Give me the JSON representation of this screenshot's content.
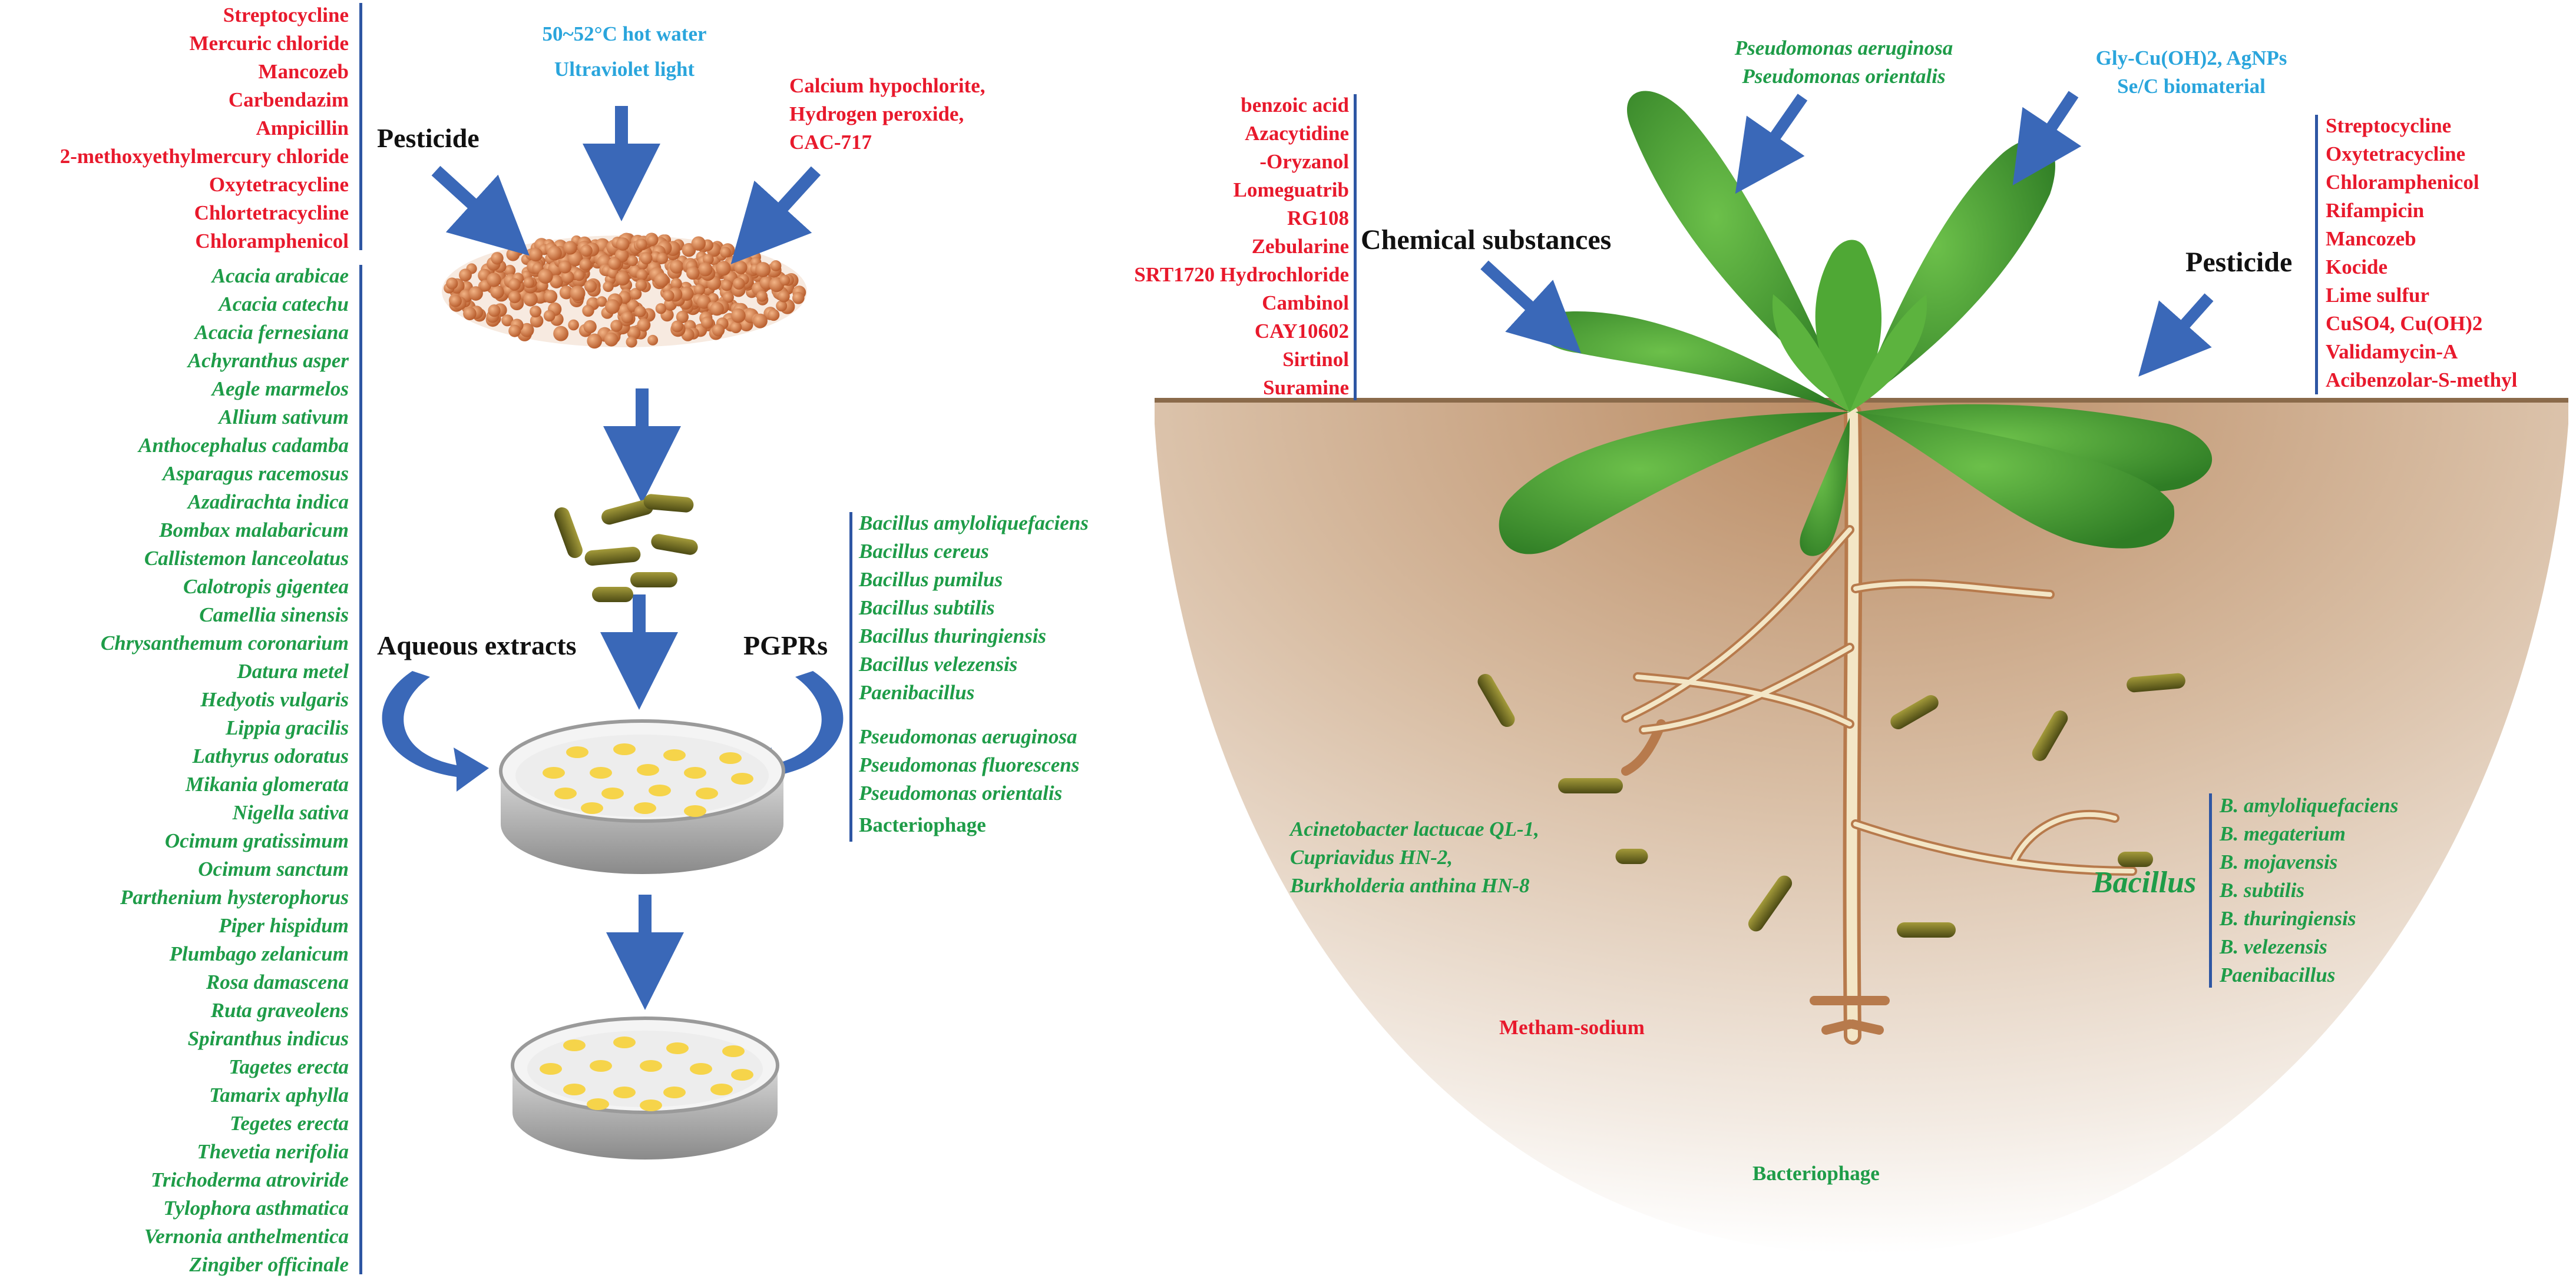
{
  "left_panel": {
    "heat_treatments": [
      "50~52°C hot water",
      "Ultraviolet light"
    ],
    "pesticide_label": "Pesticide",
    "pesticides": [
      "Streptocycline",
      "Mercuric chloride",
      "Mancozeb",
      "Carbendazim",
      "Ampicillin",
      "2-methoxyethylmercury chloride",
      "Oxytetracycline",
      "Chlortetracycline",
      "Chloramphenicol"
    ],
    "chemicals": [
      "Calcium hypochlorite,",
      "Hydrogen peroxide,",
      "CAC-717"
    ],
    "aqueous_label": "Aqueous extracts",
    "aqueous_extracts": [
      "Acacia arabicae",
      "Acacia catechu",
      "Acacia fernesiana",
      "Achyranthus asper",
      "Aegle marmelos",
      "Allium sativum",
      "Anthocephalus cadamba",
      "Asparagus racemosus",
      "Azadirachta indica",
      "Bombax malabaricum",
      "Callistemon lanceolatus",
      "Calotropis gigentea",
      "Camellia sinensis",
      "Chrysanthemum coronarium",
      "Datura metel",
      "Hedyotis vulgaris",
      "Lippia gracilis",
      "Lathyrus odoratus",
      "Mikania glomerata",
      "Nigella sativa",
      "Ocimum gratissimum",
      "Ocimum sanctum",
      "Parthenium hysterophorus",
      "Piper hispidum",
      "Plumbago zelanicum",
      "Rosa damascena",
      "Ruta graveolens",
      "Spiranthus indicus",
      "Tagetes erecta",
      "Tamarix aphylla",
      "Tegetes erecta",
      "Thevetia nerifolia",
      "Trichoderma atroviride",
      "Tylophora asthmatica",
      "Vernonia anthelmentica",
      "Zingiber officinale"
    ],
    "pgpr_label": "PGPRs",
    "pgprs_bacillus": [
      "Bacillus amyloliquefaciens",
      "Bacillus cereus",
      "Bacillus pumilus",
      "Bacillus subtilis",
      "Bacillus thuringiensis",
      "Bacillus velezensis",
      "Paenibacillus"
    ],
    "pgprs_pseudomonas": [
      "Pseudomonas aeruginosa",
      "Pseudomonas fluorescens",
      "Pseudomonas orientalis"
    ],
    "bacteriophage": "Bacteriophage"
  },
  "right_panel": {
    "chemical_label": "Chemical substances",
    "chemical_substances": [
      "benzoic acid",
      "Azacytidine",
      "-Oryzanol",
      "Lomeguatrib",
      "RG108",
      "Zebularine",
      "SRT1720 Hydrochloride",
      "Cambinol",
      "CAY10602",
      "Sirtinol",
      "Suramine"
    ],
    "foliar_bacteria": [
      "Pseudomonas aeruginosa",
      "Pseudomonas orientalis"
    ],
    "nanomaterials": [
      "Gly-Cu(OH)2, AgNPs",
      "Se/C  biomaterial"
    ],
    "pesticide_label": "Pesticide",
    "pesticides": [
      "Streptocycline",
      "Oxytetracycline",
      "Chloramphenicol",
      "Rifampicin",
      "Mancozeb",
      "Kocide",
      "Lime sulfur",
      "CuSO4, Cu(OH)2",
      "Validamycin-A",
      "Acibenzolar-S-methyl"
    ],
    "soil_bacteria": [
      "Acinetobacter lactucae QL-1,",
      "Cupriavidus HN-2,",
      "Burkholderia anthina HN-8"
    ],
    "fumigant": "Metham-sodium",
    "bacillus_label": "Bacillus",
    "bacillus": [
      "B. amyloliquefaciens",
      "B. megaterium",
      "B. mojavensis",
      "B. subtilis",
      "B. thuringiensis",
      "B. velezensis",
      "Paenibacillus"
    ],
    "bacteriophage": "Bacteriophage"
  },
  "colors": {
    "red": "#e8192c",
    "green": "#1e9c48",
    "blue": "#2aa5dc",
    "arrow": "#3a68b8",
    "soil": "#c9a07c",
    "leaf": "#3a8f2a"
  }
}
